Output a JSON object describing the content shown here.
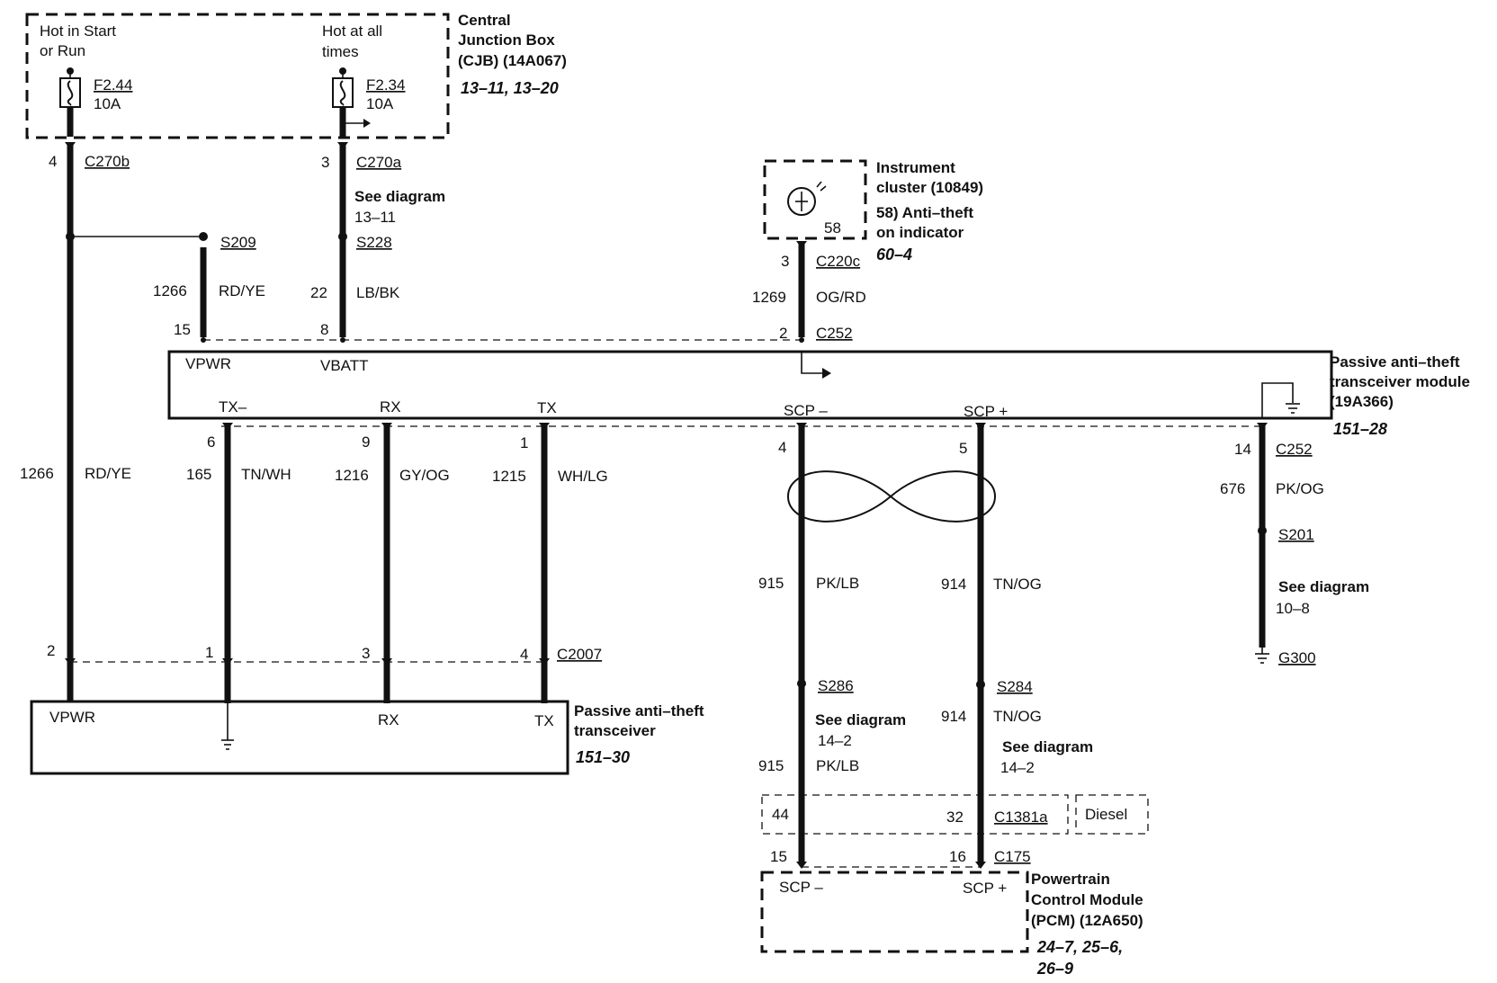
{
  "cjb": {
    "title_lines": [
      "Central",
      "Junction Box",
      "(CJB) (14A067)"
    ],
    "ref": "13–11, 13–20",
    "hot_start_run": [
      "Hot in Start",
      "or Run"
    ],
    "hot_all_times": [
      "Hot at all",
      "times"
    ],
    "fuse1": {
      "id": "F2.44",
      "rating": "10A"
    },
    "fuse2": {
      "id": "F2.34",
      "rating": "10A"
    }
  },
  "connectors": {
    "c270b": {
      "label": "C270b",
      "pin": "4"
    },
    "c270a": {
      "label": "C270a",
      "pin": "3"
    },
    "c220c": {
      "label": "C220c",
      "pin": "3"
    },
    "c252_top": {
      "label": "C252",
      "pin_vpwr": "15",
      "pin_vbatt": "8",
      "pin_cluster": "2"
    },
    "c252_bottom": {
      "label": "C252",
      "pin": "14"
    },
    "pats_pins": {
      "tx_minus": "6",
      "rx": "9",
      "tx": "1",
      "scp_minus": "4",
      "scp_plus": "5"
    },
    "c2007": {
      "label": "C2007",
      "pin_vpwr": "2",
      "pin_1": "1",
      "pin_rx": "3",
      "pin_tx": "4"
    },
    "c1381a": {
      "label": "C1381a",
      "pin_a": "44",
      "pin_b": "32"
    },
    "c175": {
      "label": "C175",
      "pin_a": "15",
      "pin_b": "16"
    }
  },
  "splices": {
    "s209": "S209",
    "s228": "S228",
    "s201": "S201",
    "s286": "S286",
    "s284": "S284"
  },
  "ground": {
    "g300": "G300"
  },
  "see_diagram": {
    "text": "See diagram",
    "ref_13_11": "13–11",
    "ref_10_8": "10–8",
    "ref_14_2": "14–2"
  },
  "wires": {
    "w1266_left": {
      "circuit": "1266",
      "color": "RD/YE"
    },
    "w1266": {
      "circuit": "1266",
      "color": "RD/YE"
    },
    "w22": {
      "circuit": "22",
      "color": "LB/BK"
    },
    "w1269": {
      "circuit": "1269",
      "color": "OG/RD"
    },
    "w165": {
      "circuit": "165",
      "color": "TN/WH"
    },
    "w1216": {
      "circuit": "1216",
      "color": "GY/OG"
    },
    "w1215": {
      "circuit": "1215",
      "color": "WH/LG"
    },
    "w915_a": {
      "circuit": "915",
      "color": "PK/LB"
    },
    "w914_a": {
      "circuit": "914",
      "color": "TN/OG"
    },
    "w915_b": {
      "circuit": "915",
      "color": "PK/LB"
    },
    "w914_b": {
      "circuit": "914",
      "color": "TN/OG"
    },
    "w676": {
      "circuit": "676",
      "color": "PK/OG"
    }
  },
  "instrument_cluster": {
    "title_lines": [
      "Instrument",
      "cluster (10849)"
    ],
    "pin": "58",
    "indicator_lines": [
      "58) Anti–theft",
      "on indicator"
    ],
    "ref": "60–4"
  },
  "pats_module": {
    "title_lines": [
      "Passive anti–theft",
      "transceiver module",
      "(19A366)"
    ],
    "ref": "151–28",
    "vpwr": "VPWR",
    "vbatt": "VBATT",
    "tx_minus": "TX–",
    "rx": "RX",
    "tx": "TX",
    "scp_minus": "SCP –",
    "scp_plus": "SCP +"
  },
  "pats_transceiver": {
    "title_lines": [
      "Passive anti–theft",
      "transceiver"
    ],
    "ref": "151–30",
    "vpwr": "VPWR",
    "rx": "RX",
    "tx": "TX"
  },
  "diesel": "Diesel",
  "pcm": {
    "title_lines": [
      "Powertrain",
      "Control Module",
      "(PCM) (12A650)"
    ],
    "ref_lines": [
      "24–7, 25–6,",
      "26–9"
    ],
    "scp_minus": "SCP –",
    "scp_plus": "SCP +"
  }
}
